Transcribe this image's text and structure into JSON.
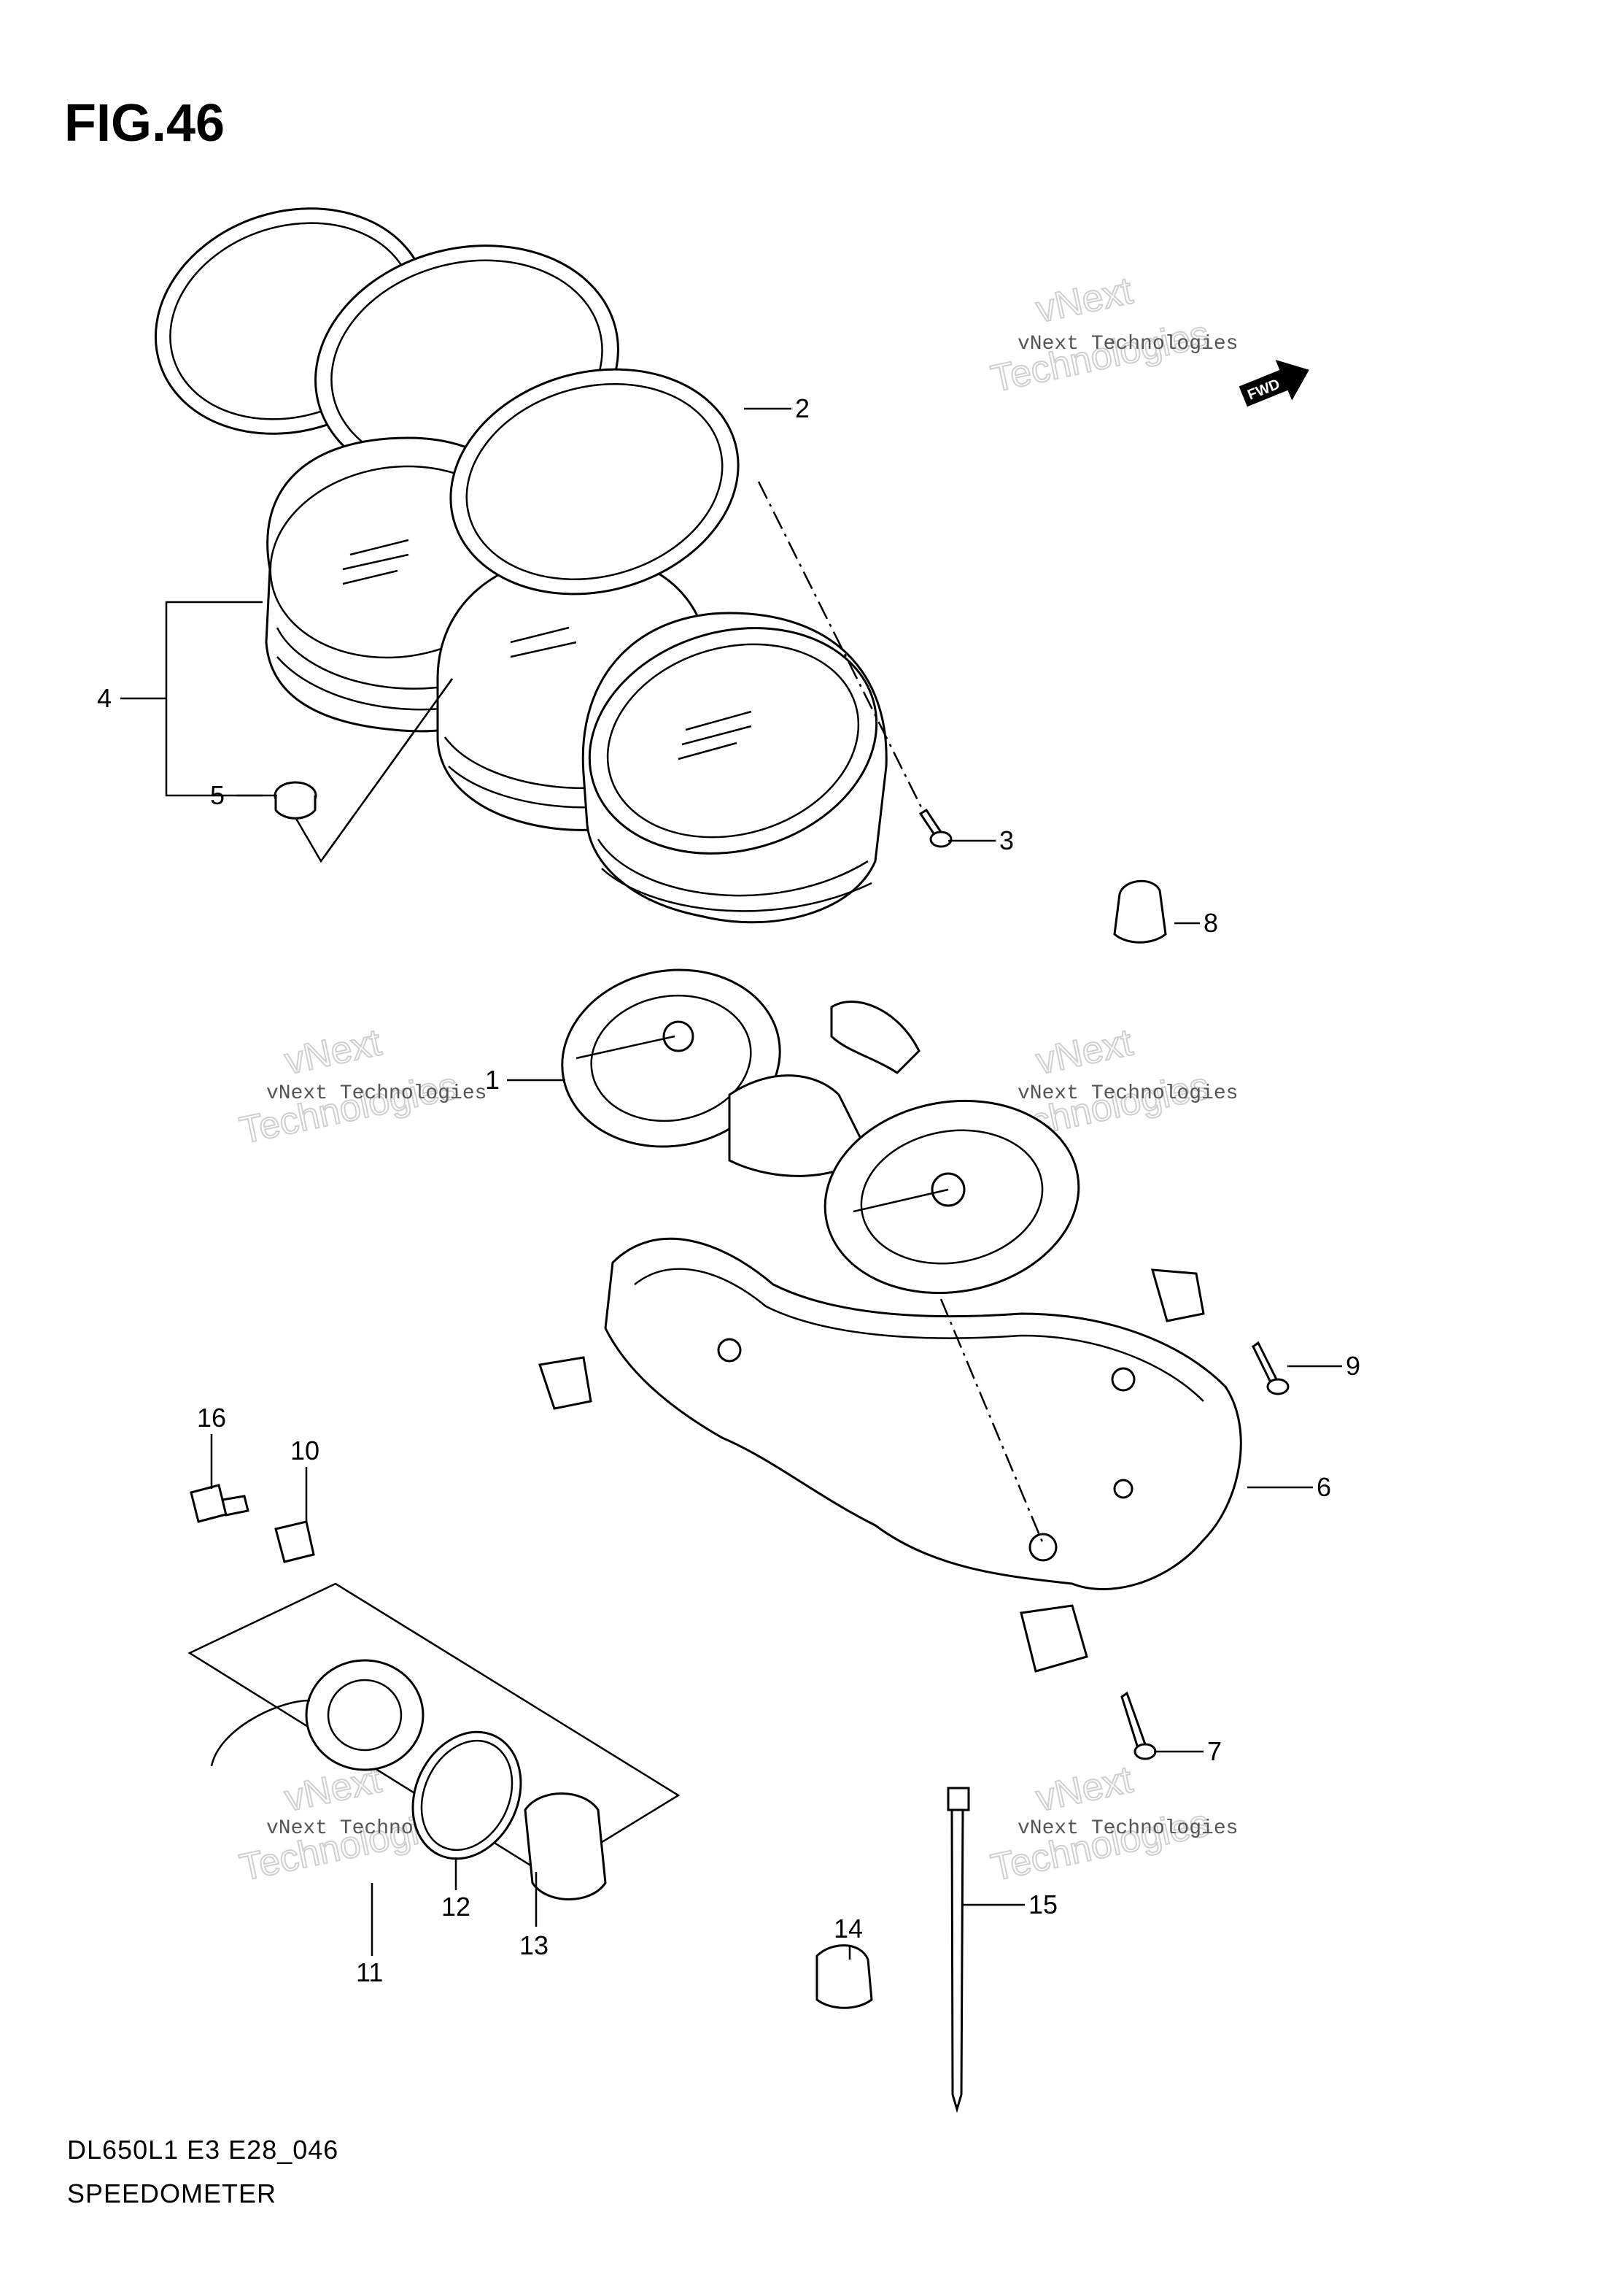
{
  "figure": {
    "title": "FIG.46",
    "model_code": "DL650L1 E3 E28_046",
    "name": "SPEEDOMETER"
  },
  "direction_badge": {
    "label": "FWD"
  },
  "watermark": {
    "line1": "vNext Technologies",
    "line2": "vNext",
    "line3": "Technologies"
  },
  "callouts": [
    {
      "id": "1",
      "label": "1"
    },
    {
      "id": "2",
      "label": "2"
    },
    {
      "id": "3",
      "label": "3"
    },
    {
      "id": "4",
      "label": "4"
    },
    {
      "id": "5",
      "label": "5"
    },
    {
      "id": "6",
      "label": "6"
    },
    {
      "id": "7",
      "label": "7"
    },
    {
      "id": "8",
      "label": "8"
    },
    {
      "id": "9",
      "label": "9"
    },
    {
      "id": "10",
      "label": "10"
    },
    {
      "id": "11",
      "label": "11"
    },
    {
      "id": "12",
      "label": "12"
    },
    {
      "id": "13",
      "label": "13"
    },
    {
      "id": "14",
      "label": "14"
    },
    {
      "id": "15",
      "label": "15"
    },
    {
      "id": "16",
      "label": "16"
    }
  ]
}
